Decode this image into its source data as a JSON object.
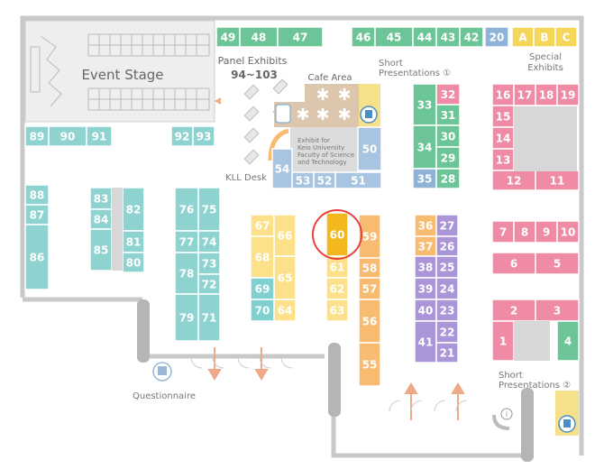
{
  "colors": {
    "green": "#6cc597",
    "blue": "#a7c5e0",
    "blueDark": "#8fb3d6",
    "yellow": "#f7e08a",
    "yellowText": "#f5d55a",
    "pink": "#ef8ba5",
    "pinkLight": "#f6b6c7",
    "teal": "#8fd3d1",
    "tealDark": "#7fd0cf",
    "orange": "#f9c98a",
    "orangeDark": "#f7bc72",
    "yellowBooth": "#fde18a",
    "highlight": "#f2b81d",
    "highlightRing": "#e8403a",
    "purple": "#b9a6df",
    "purpleDark": "#a995d8",
    "gray": "#d7d7d7",
    "wall": "#c7c7c7",
    "cafe": "#dcc6ad",
    "arrow": "#eea989"
  },
  "labels": {
    "event_stage": "Event Stage",
    "panel_exhibits": "Panel Exhibits",
    "panel_range": "94~103",
    "cafe_area": "Cafe Area",
    "short_presentations_1": "Short",
    "short_presentations_1b": "Presentations ①",
    "special_exhibits_a": "Special",
    "special_exhibits_b": "Exhibits",
    "kll_desk": "KLL Desk",
    "keio_line1": "Exhibit for",
    "keio_line2": "Keio University",
    "keio_line3": "Faculty of Science",
    "keio_line4": "and Technology",
    "questionnaire": "Questionnaire",
    "short_presentations_2a": "Short",
    "short_presentations_2b": "Presentations ②"
  },
  "booths": {
    "b49": "49",
    "b48": "48",
    "b47": "47",
    "b46": "46",
    "b45": "45",
    "b44": "44",
    "b43": "43",
    "b42": "42",
    "b20": "20",
    "bA": "A",
    "bB": "B",
    "bC": "C",
    "b89": "89",
    "b90": "90",
    "b91": "91",
    "b92": "92",
    "b93": "93",
    "b50": "50",
    "b54": "54",
    "b53": "53",
    "b52": "52",
    "b51": "51",
    "b33": "33",
    "b32": "32",
    "b31": "31",
    "b34": "34",
    "b30": "30",
    "b29": "29",
    "b35": "35",
    "b28": "28",
    "b16": "16",
    "b17": "17",
    "b18": "18",
    "b19": "19",
    "b15": "15",
    "b14": "14",
    "b13": "13",
    "b12": "12",
    "b11": "11",
    "b88": "88",
    "b87": "87",
    "b86": "86",
    "b83": "83",
    "b84": "84",
    "b85": "85",
    "b82": "82",
    "b81": "81",
    "b80": "80",
    "b76": "76",
    "b75": "75",
    "b77": "77",
    "b74": "74",
    "b78": "78",
    "b73": "73",
    "b72": "72",
    "b79": "79",
    "b71": "71",
    "b67": "67",
    "b66": "66",
    "b68": "68",
    "b65": "65",
    "b69": "69",
    "b70": "70",
    "b64": "64",
    "b60": "60",
    "b61": "61",
    "b62": "62",
    "b63": "63",
    "b59": "59",
    "b58": "58",
    "b57": "57",
    "b56": "56",
    "b55": "55",
    "b36": "36",
    "b27": "27",
    "b37": "37",
    "b26": "26",
    "b38": "38",
    "b25": "25",
    "b39": "39",
    "b24": "24",
    "b40": "40",
    "b23": "23",
    "b41": "41",
    "b22": "22",
    "b21": "21",
    "b7": "7",
    "b8": "8",
    "b9": "9",
    "b10": "10",
    "b6": "6",
    "b5": "5",
    "b2": "2",
    "b3": "3",
    "b1": "1",
    "b4": "4"
  }
}
